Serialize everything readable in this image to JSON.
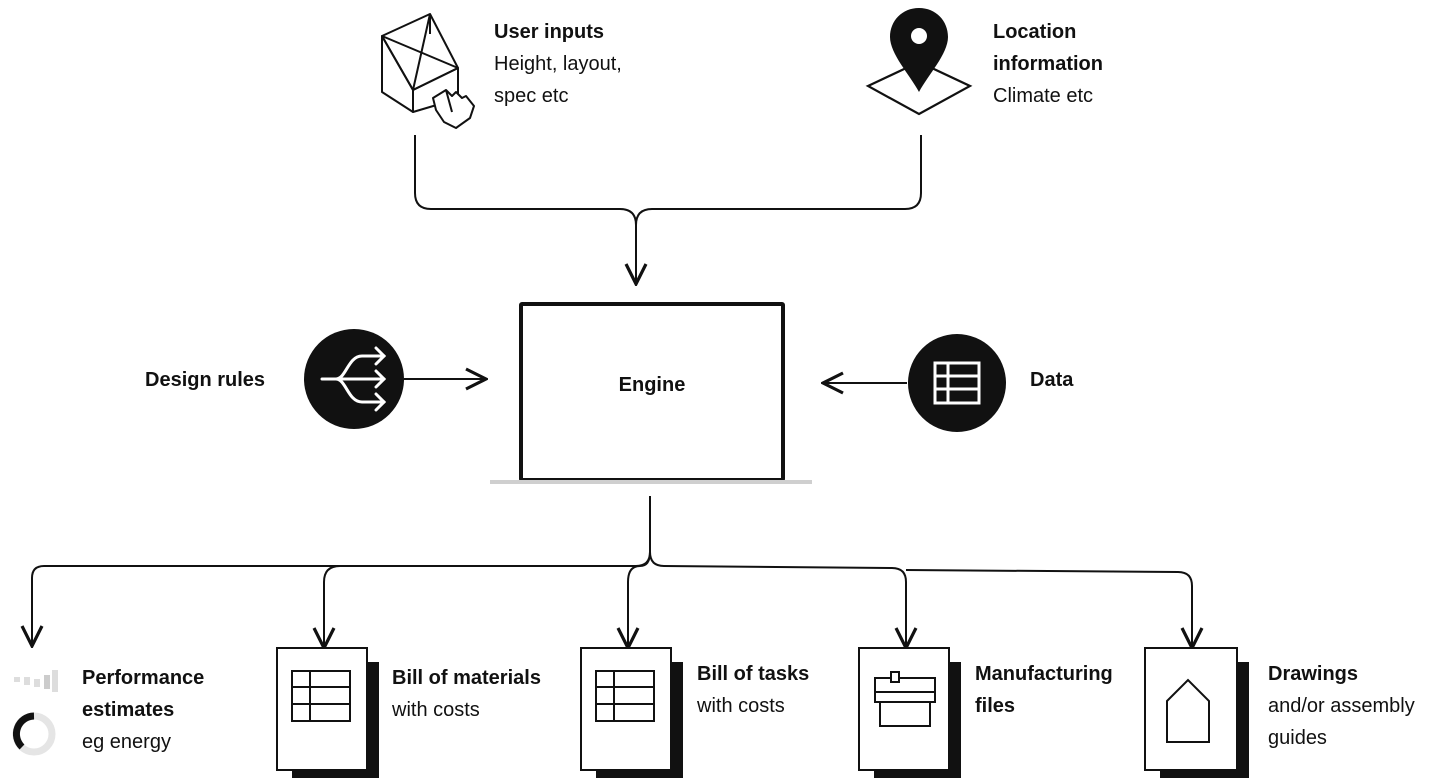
{
  "inputs": {
    "user": {
      "title": "User inputs",
      "line1": "Height, layout,",
      "line2": "spec etc",
      "icon": "building-touch-icon"
    },
    "location": {
      "title_line1": "Location",
      "title_line2": "information",
      "line1": "Climate etc",
      "icon": "map-pin-icon"
    }
  },
  "engine": {
    "label": "Engine",
    "icon": "laptop-icon"
  },
  "design_rules": {
    "label": "Design rules",
    "icon": "branching-arrows-icon"
  },
  "data": {
    "label": "Data",
    "icon": "table-icon"
  },
  "outputs": [
    {
      "title_line1": "Performance",
      "title_line2": "estimates",
      "line1": "eg energy",
      "icon": "gauge-icon"
    },
    {
      "title_line1": "Bill of materials",
      "line1": "with costs",
      "icon": "spreadsheet-doc-icon"
    },
    {
      "title_line1": "Bill of tasks",
      "line1": "with costs",
      "icon": "spreadsheet-doc-icon"
    },
    {
      "title_line1": "Manufacturing",
      "title_line2": "files",
      "icon": "machine-doc-icon"
    },
    {
      "title_line1": "Drawings",
      "line1": "and/or assembly",
      "line2": "guides",
      "icon": "house-doc-icon"
    }
  ]
}
